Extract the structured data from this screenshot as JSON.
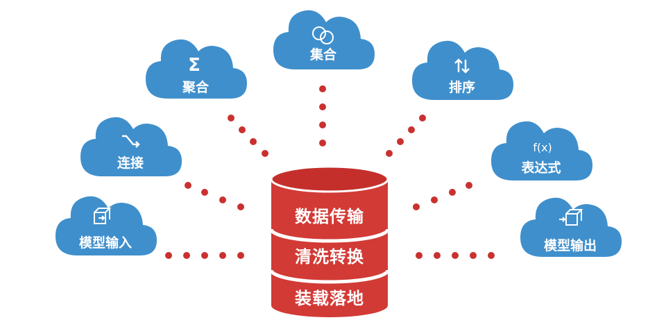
{
  "colors": {
    "cloud": "#3f8fcc",
    "dot": "#c9312f",
    "db": "#d23a36",
    "db_top": "#c42f2c",
    "db_band": "#ffffff"
  },
  "clouds": [
    {
      "id": "juhe",
      "label": "聚合",
      "icon": "sigma-icon"
    },
    {
      "id": "jihe",
      "label": "集合",
      "icon": "venn-icon"
    },
    {
      "id": "paixu",
      "label": "排序",
      "icon": "sort-arrows-icon"
    },
    {
      "id": "lianjie",
      "label": "连接",
      "icon": "join-arrow-icon"
    },
    {
      "id": "biaodashi",
      "label": "表达式",
      "icon": "function-icon",
      "icon_text": "f(x)"
    },
    {
      "id": "moxingshuru",
      "label": "模型输入",
      "icon": "box-in-icon"
    },
    {
      "id": "moxingshuchu",
      "label": "模型输出",
      "icon": "box-out-icon"
    }
  ],
  "database": {
    "layers": [
      "数据传输",
      "清洗转换",
      "装载落地"
    ]
  }
}
